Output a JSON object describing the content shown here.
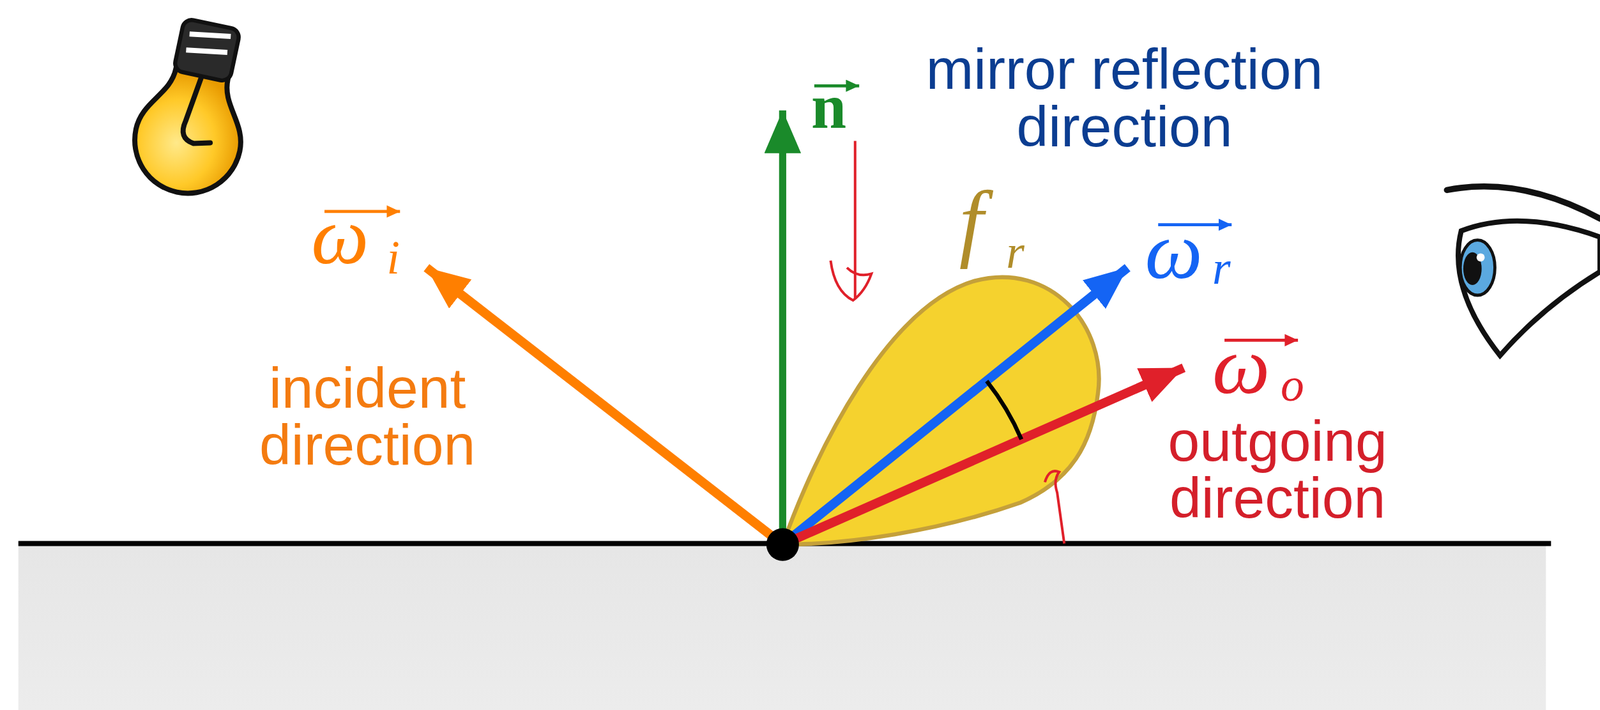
{
  "diagram": {
    "labels": [
      "n",
      "mirror reflection direction",
      "f",
      "r",
      "ω",
      "r",
      "ω",
      "i",
      "incident direction",
      "ω",
      "o",
      "outgoing direction"
    ]
  }
}
